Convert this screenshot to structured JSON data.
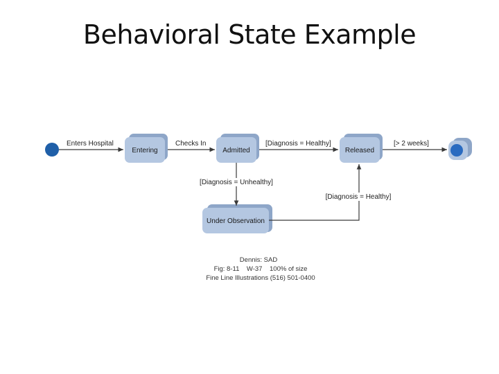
{
  "title": "Behavioral State Example",
  "diagram": {
    "states": {
      "entering": "Entering",
      "admitted": "Admitted",
      "released": "Released",
      "under_observation": "Under Observation"
    },
    "transitions": {
      "enters_hospital": "Enters Hospital",
      "checks_in": "Checks In",
      "diagnosis_healthy_top": "[Diagnosis = Healthy]",
      "after_two_weeks": "[> 2 weeks]",
      "diagnosis_unhealthy": "[Diagnosis = Unhealthy]",
      "diagnosis_healthy_bottom": "[Diagnosis = Healthy]"
    },
    "colors": {
      "state_fill": "#b4c7e1",
      "state_shadow": "#8ea6c8",
      "initial_node": "#1f5fa8",
      "final_node": "#2a6bc0",
      "line": "#3a3a3a"
    }
  },
  "credit": {
    "line1": "Dennis: SAD",
    "line2": "Fig: 8-11    W-37    100% of size",
    "line3": "Fine Line Illustrations (516) 501-0400"
  }
}
